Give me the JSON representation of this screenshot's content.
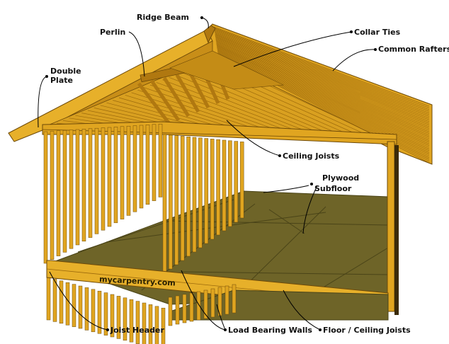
{
  "labels": {
    "ridge_beam": "Ridge Beam",
    "perlin": "Perlin",
    "collar_ties": "Collar Ties",
    "common_rafters": "Common Rafters",
    "double_plate_1": "Double",
    "double_plate_2": "Plate",
    "ceiling_joists": "Ceiling Joists",
    "plywood_1": "Plywood",
    "plywood_2": "Subfloor",
    "joist_header": "Joist Header",
    "load_bearing_walls": "Load Bearing Walls",
    "floor_ceiling_joists": "Floor / Ceiling Joists"
  },
  "watermark": "mycarpentry.com",
  "colors": {
    "lumber": "#e0a520",
    "lumber_dark": "#b07810",
    "lumber_edge": "#6e4a08",
    "subfloor": "#6e6428",
    "subfloor_line": "#4a4418",
    "roof_lines": "#9c6a0c"
  }
}
